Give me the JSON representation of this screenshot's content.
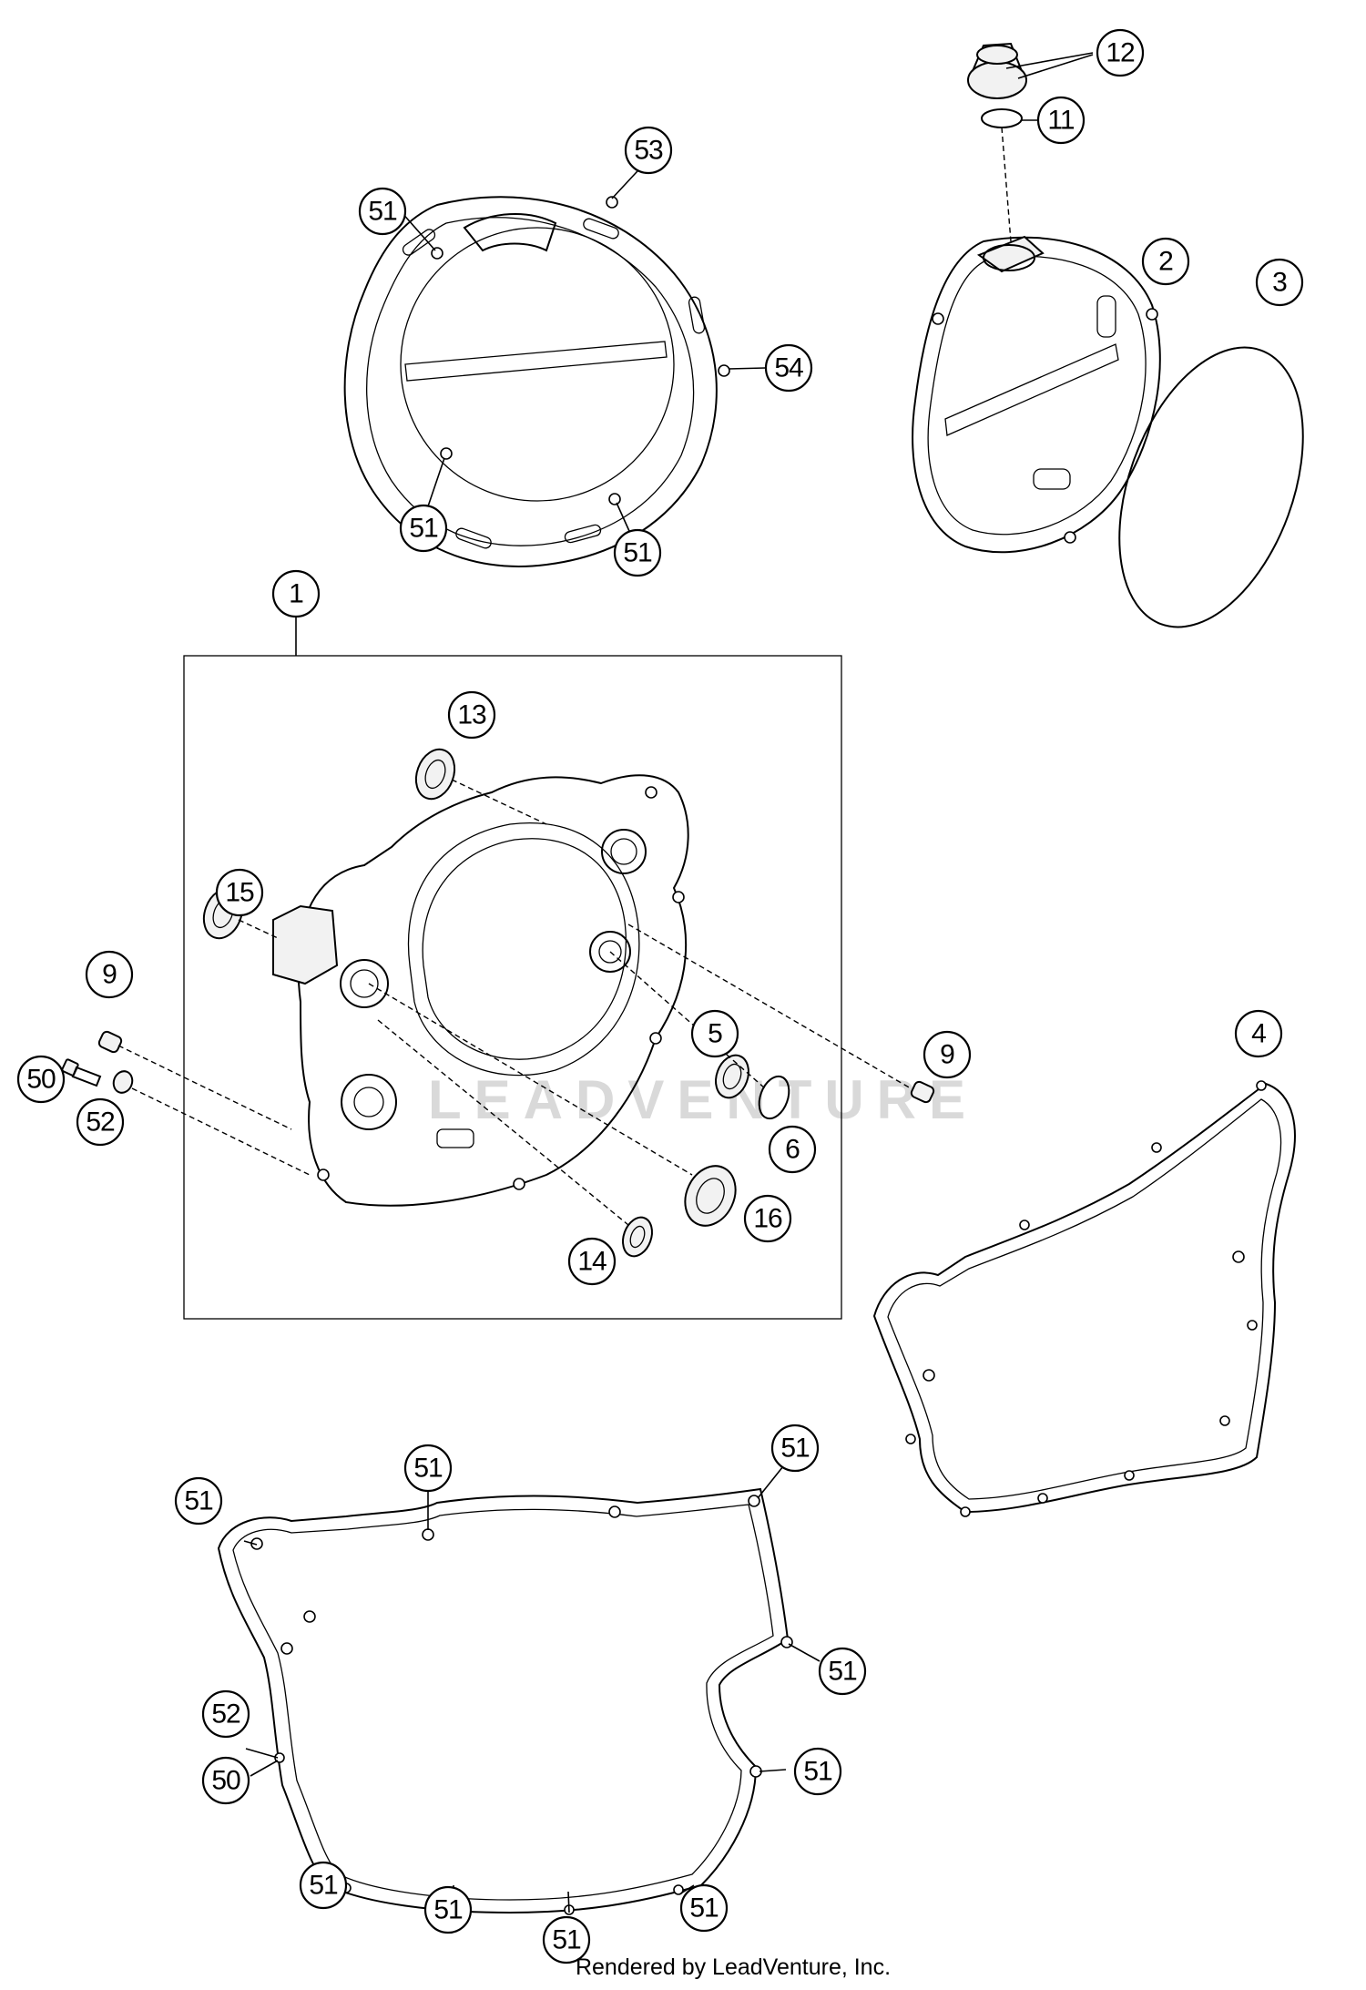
{
  "callouts": {
    "c1": "1",
    "c2": "2",
    "c3": "3",
    "c4": "4",
    "c5": "5",
    "c6": "6",
    "c9a": "9",
    "c9b": "9",
    "c11": "11",
    "c12": "12",
    "c13": "13",
    "c14": "14",
    "c15": "15",
    "c16": "16",
    "c50a": "50",
    "c50b": "50",
    "c52a": "52",
    "c52b": "52",
    "c53": "53",
    "c54": "54",
    "c51_cover_top": "51",
    "c51_cover_left": "51",
    "c51_cover_bottom": "51",
    "c51_g_tl": "51",
    "c51_g_t": "51",
    "c51_g_tr": "51",
    "c51_g_r1": "51",
    "c51_g_r2": "51",
    "c51_g_b1": "51",
    "c51_g_b2": "51",
    "c51_g_b3": "51",
    "c51_g_b4": "51"
  },
  "watermark": "LEADVENTURE",
  "footer": "Rendered by LeadVenture, Inc."
}
